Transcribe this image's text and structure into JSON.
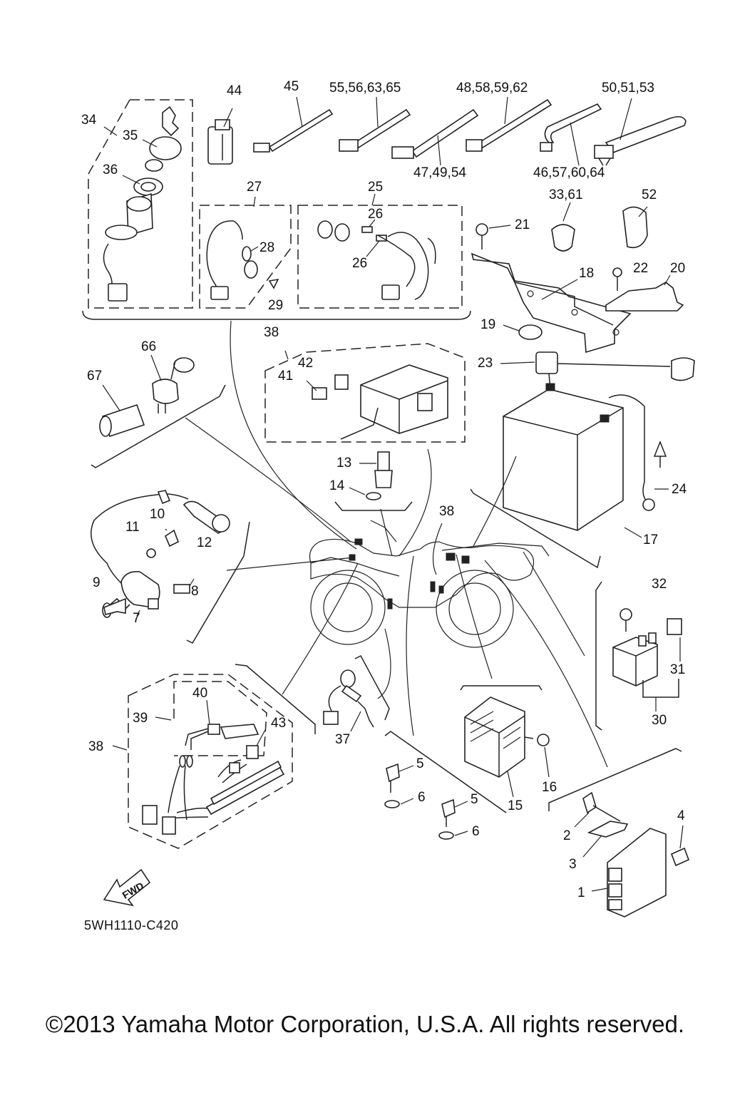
{
  "diagram": {
    "part_code": "5WH1110-C420",
    "copyright": "©2013 Yamaha Motor Corporation, U.S.A. All rights reserved.",
    "fwd_label": "FWD",
    "callouts": {
      "c44": "44",
      "c45": "45",
      "c55": "55,56,63,65",
      "c48": "48,58,59,62",
      "c50": "50,51,53",
      "c47": "47,49,54",
      "c46": "46,57,60,64",
      "c34": "34",
      "c35": "35",
      "c36": "36",
      "c27": "27",
      "c28": "28",
      "c29": "29",
      "c25": "25",
      "c26a": "26",
      "c26b": "26",
      "c33": "33,61",
      "c52": "52",
      "c21": "21",
      "c18": "18",
      "c22": "22",
      "c20": "20",
      "c19": "19",
      "c66": "66",
      "c67": "67",
      "c38a": "38",
      "c42": "42",
      "c41": "41",
      "c23": "23",
      "c24": "24",
      "c17": "17",
      "c13": "13",
      "c14": "14",
      "c38b": "38",
      "c10": "10",
      "c11": "11",
      "c12": "12",
      "c9": "9",
      "c8": "8",
      "c7": "7",
      "c32": "32",
      "c31": "31",
      "c30": "30",
      "c40": "40",
      "c39": "39",
      "c43": "43",
      "c38c": "38",
      "c37": "37",
      "c5a": "5",
      "c6a": "6",
      "c5b": "5",
      "c6b": "6",
      "c15": "15",
      "c16": "16",
      "c4": "4",
      "c2": "2",
      "c3": "3",
      "c1": "1"
    }
  }
}
